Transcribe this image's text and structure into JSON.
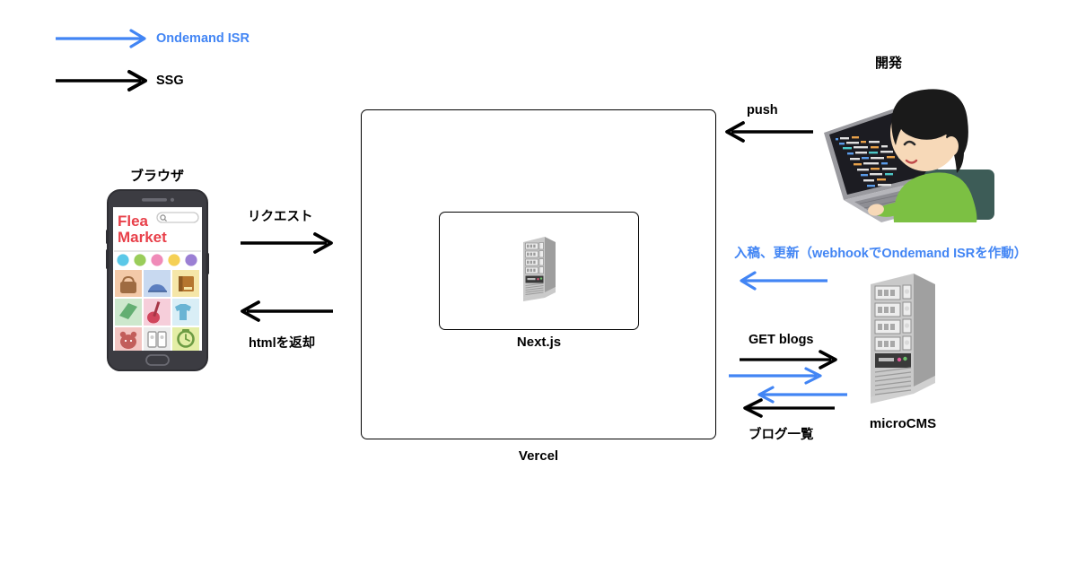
{
  "diagram": {
    "title": "Next.js ISR / SSG architecture diagram",
    "colors": {
      "blue": "#4285F4",
      "black": "#000000",
      "background": "#FFFFFF",
      "server_gray": "#B8B8B8",
      "shirt_green": "#7CC043",
      "chair_teal": "#3D5C57",
      "flea_red": "#E8404A"
    }
  },
  "legend": {
    "items": [
      {
        "label": "Ondemand ISR",
        "color": "#4285F4",
        "arrow": "arrow-right"
      },
      {
        "label": "SSG",
        "color": "#000000",
        "arrow": "arrow-right"
      }
    ]
  },
  "nodes": {
    "browser": {
      "label": "ブラウザ",
      "icon": "smartphone-icon",
      "app": {
        "title_line1": "Flea",
        "title_line2": "Market",
        "search_placeholder": "",
        "search_icon": "search-icon",
        "category_dots": [
          "#5BC8E8",
          "#9ACD5A",
          "#F08BB8",
          "#F5D055",
          "#9B7FD4"
        ],
        "tiles": [
          {
            "name": "handbag",
            "bg": "#F3C9A8",
            "fg": "#9E6B42"
          },
          {
            "name": "sneakers",
            "bg": "#C8D9F0",
            "fg": "#5C7FC0"
          },
          {
            "name": "book",
            "bg": "#F5E6A8",
            "fg": "#B5762F"
          },
          {
            "name": "towel",
            "bg": "#CDE8CD",
            "fg": "#63AE72"
          },
          {
            "name": "guitar",
            "bg": "#F6CEDA",
            "fg": "#D1455C"
          },
          {
            "name": "tshirt",
            "bg": "#D9EEF6",
            "fg": "#69B4D4"
          },
          {
            "name": "bear-toy",
            "bg": "#F3C6C2",
            "fg": "#C25E5A"
          },
          {
            "name": "bottles",
            "bg": "#ECECEC",
            "fg": "#9C9C9C"
          },
          {
            "name": "watch",
            "bg": "#E4EEA6",
            "fg": "#6C9B43"
          }
        ]
      }
    },
    "vercel": {
      "label": "Vercel"
    },
    "nextjs": {
      "label": "Next.js",
      "icon": "server-icon"
    },
    "microcms": {
      "label": "microCMS",
      "icon": "server-icon"
    },
    "developer": {
      "label": "開発",
      "icon": "developer-laptop-icon"
    }
  },
  "edges": [
    {
      "id": "request",
      "label": "リクエスト",
      "color": "#000000",
      "direction": "right",
      "from": "browser",
      "to": "vercel"
    },
    {
      "id": "return-html",
      "label": "htmlを返却",
      "color": "#000000",
      "direction": "left",
      "from": "vercel",
      "to": "browser"
    },
    {
      "id": "push",
      "label": "push",
      "color": "#000000",
      "direction": "left",
      "from": "developer",
      "to": "vercel"
    },
    {
      "id": "webhook",
      "label": "入稿、更新（webhookでOndemand ISRを作動）",
      "color": "#4285F4",
      "direction": "left",
      "from": "microcms",
      "to": "vercel"
    },
    {
      "id": "get-blogs",
      "label": "GET blogs",
      "color": "#000000",
      "direction": "right",
      "from": "vercel",
      "to": "microcms"
    },
    {
      "id": "get-blogs-isr",
      "label": "",
      "color": "#4285F4",
      "direction": "right",
      "from": "vercel",
      "to": "microcms"
    },
    {
      "id": "blog-list-isr",
      "label": "",
      "color": "#4285F4",
      "direction": "left",
      "from": "microcms",
      "to": "vercel"
    },
    {
      "id": "blog-list",
      "label": "ブログ一覧",
      "color": "#000000",
      "direction": "left",
      "from": "microcms",
      "to": "vercel"
    }
  ]
}
